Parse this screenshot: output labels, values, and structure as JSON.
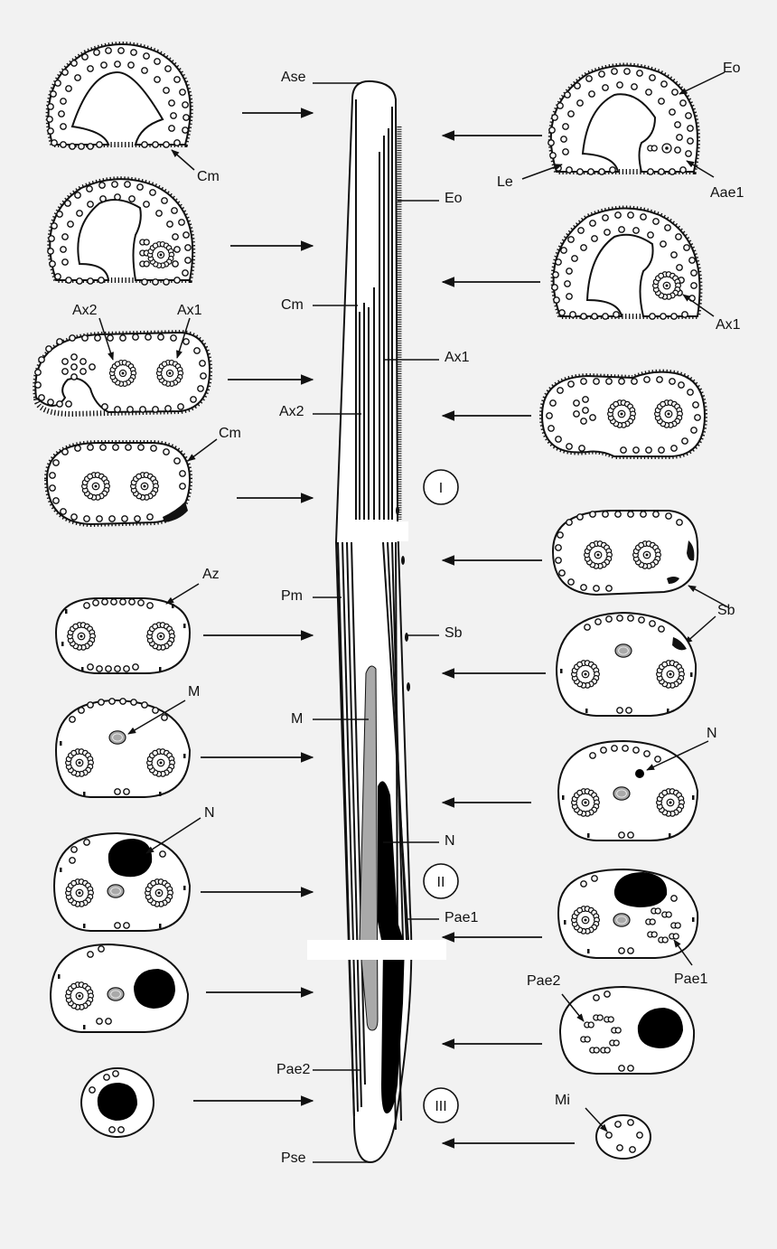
{
  "labels": {
    "ase": "Ase",
    "eo_top": "Eo",
    "eo_mid": "Eo",
    "cm_top": "Cm",
    "cm_mid": "Cm",
    "cm_low": "Cm",
    "le": "Le",
    "aae1": "Aae1",
    "ax2_left": "Ax2",
    "ax1_left": "Ax1",
    "ax1_mid": "Ax1",
    "ax1_right": "Ax1",
    "ax2_mid": "Ax2",
    "az": "Az",
    "pm": "Pm",
    "sb_mid": "Sb",
    "sb_right": "Sb",
    "m_left": "M",
    "m_mid": "M",
    "n_left": "N",
    "n_mid": "N",
    "n_right": "N",
    "pae1_mid": "Pae1",
    "pae1_right": "Pae1",
    "pae2_mid": "Pae2",
    "pae2_right": "Pae2",
    "mi": "Mi",
    "pse": "Pse"
  },
  "regions": {
    "r1": "I",
    "r2": "II",
    "r3": "III"
  },
  "colors": {
    "stroke": "#111111",
    "mitochondrion": "#a9a9a9",
    "nucleus": "#000000",
    "background": "#f2f2f2"
  }
}
